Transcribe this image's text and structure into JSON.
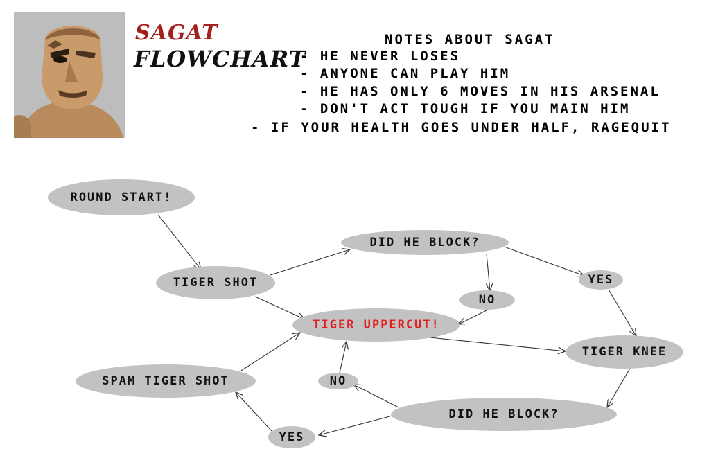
{
  "header": {
    "title_line1": "SAGAT",
    "title_line2": "FLOWCHART"
  },
  "notes": {
    "heading": "NOTES ABOUT SAGAT",
    "items": [
      "- HE NEVER LOSES",
      "- ANYONE CAN PLAY HIM",
      "- HE HAS ONLY 6 MOVES IN HIS ARSENAL",
      "- DON'T ACT TOUGH IF YOU MAIN HIM",
      "- IF YOUR HEALTH GOES UNDER HALF, RAGEQUIT"
    ]
  },
  "flow": {
    "nodes": {
      "round_start": "ROUND START!",
      "tiger_shot": "TIGER SHOT",
      "did_he_block_1": "DID HE BLOCK?",
      "yes_1": "YES",
      "no_1": "NO",
      "tiger_uppercut": "TIGER UPPERCUT!",
      "tiger_knee": "TIGER KNEE",
      "spam_tiger_shot": "SPAM TIGER SHOT",
      "no_2": "NO",
      "did_he_block_2": "DID HE BLOCK?",
      "yes_2": "YES"
    }
  },
  "colors": {
    "node_fill": "#c2c2c2",
    "highlight_text": "#e02020"
  }
}
